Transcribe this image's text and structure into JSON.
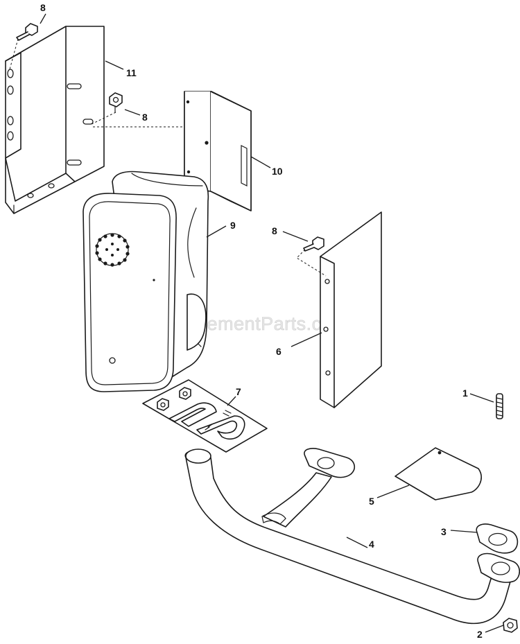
{
  "watermark": "eReplacementParts.com",
  "callouts": {
    "c1": "1",
    "c2": "2",
    "c3": "3",
    "c4": "4",
    "c5": "5",
    "c6": "6",
    "c7": "7",
    "c8a": "8",
    "c8b": "8",
    "c8c": "8",
    "c9": "9",
    "c10": "10",
    "c11": "11"
  }
}
